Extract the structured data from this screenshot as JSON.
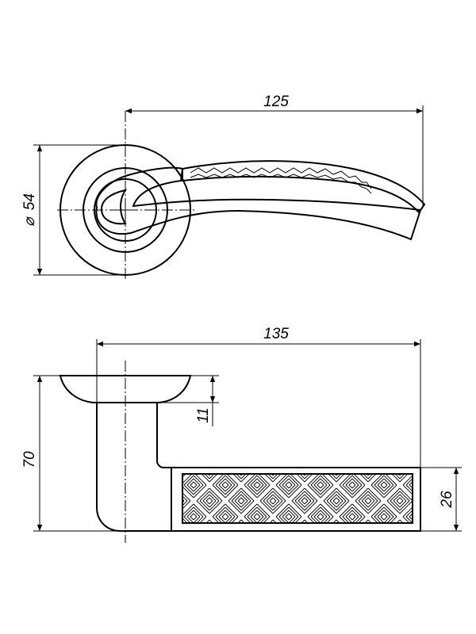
{
  "drawing": {
    "top_view": {
      "width_dim": "125",
      "rosette_diameter_dim": "54",
      "diameter_symbol": "⌀"
    },
    "side_view": {
      "length_dim": "135",
      "height_dim": "70",
      "rosette_thickness_dim": "11",
      "insert_height_dim": "26"
    }
  }
}
